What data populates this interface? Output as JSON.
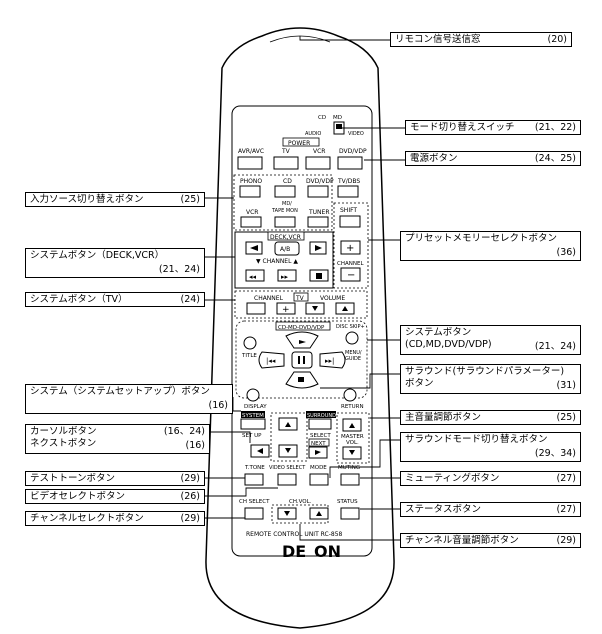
{
  "remote": {
    "cd_label": "CD",
    "md_label": "MD",
    "audio_label": "AUDIO",
    "video_label": "VIDEO",
    "power_label": "POWER",
    "power_buttons": [
      "AVR/AVC",
      "TV",
      "VCR",
      "DVD/VDP"
    ],
    "source_row1": [
      "PHONO",
      "CD",
      "DVD/VDP",
      "TV/DBS"
    ],
    "source_row2_vcr": "VCR",
    "source_row2_md": "MD/\nTAPE MON",
    "source_row2_tuner": "TUNER",
    "shift_label": "SHIFT",
    "deck_vcr_label": "DECK,VCR",
    "ab_label": "A/B",
    "channel_label": "▼ CHANNEL ▲",
    "tv_channel_label": "CHANNEL",
    "tv_label": "TV",
    "tv_volume_label": "VOLUME",
    "cd_md_label": "CD-MD-DVD/VDP",
    "disc_skip_label": "DISC SKIP+",
    "title_label": "TITLE",
    "menu_label": "MENU/\nGUIDE",
    "display_label": "DISPLAY",
    "return_label": "RETURN",
    "system_label": "SYSTEM",
    "setup_label": "SET UP",
    "surround_label": "SURROUND",
    "select_label": "SELECT",
    "next_label": "NEXT",
    "master_label": "MASTER\nVOL.",
    "ttone_label": "T.TONE",
    "video_select_label": "VIDEO SELECT",
    "mode_label": "MODE",
    "muting_label": "MUTING",
    "ch_select_label": "CH SELECT",
    "ch_vol_label": "CH.VOL.",
    "status_label": "STATUS",
    "footer": "REMOTE CONTROL UNIT RC-858",
    "brand_partial": "DE    ON"
  },
  "callouts": {
    "remote_window": {
      "text": "リモコン信号送信窓",
      "page": "(20)"
    },
    "mode_switch": {
      "text": "モード切り替えスイッチ",
      "page": "(21、22)"
    },
    "power": {
      "text": "電源ボタン",
      "page": "(24、25)"
    },
    "input_source": {
      "text": "入力ソース切り替えボタン",
      "page": "(25)"
    },
    "preset": {
      "text": "プリセットメモリーセレクトボタン",
      "page": "(36)"
    },
    "system_deck_l1": "システムボタン（DECK,VCR）",
    "system_deck_page": "(21、24)",
    "system_tv": {
      "text": "システムボタン（TV）",
      "page": "(24)"
    },
    "system_cd_l1": "システムボタン",
    "system_cd_l2": "(CD,MD,DVD/VDP)",
    "system_cd_page": "(21、24)",
    "surround_param_l1": "サラウンド(サラウンドパラメーター)",
    "surround_param_l2": "ボタン",
    "surround_param_page": "(31)",
    "system_setup_l1": "システム（システムセットアップ）ボタン",
    "system_setup_page": "(16)",
    "cursor_l1": "カーソルボタン",
    "cursor_page1": "(16、24)",
    "next_l2": "ネクストボタン",
    "next_page2": "(16)",
    "master_vol": {
      "text": "主音量調節ボタン",
      "page": "(25)"
    },
    "surround_mode_l1": "サラウンドモード切り替えボタン",
    "surround_mode_page": "(29、34)",
    "test_tone": {
      "text": "テストトーンボタン",
      "page": "(29)"
    },
    "muting": {
      "text": "ミューティングボタン",
      "page": "(27)"
    },
    "video_select": {
      "text": "ビデオセレクトボタン",
      "page": "(26)"
    },
    "status": {
      "text": "ステータスボタン",
      "page": "(27)"
    },
    "channel_select": {
      "text": "チャンネルセレクトボタン",
      "page": "(29)"
    },
    "channel_vol": {
      "text": "チャンネル音量調節ボタン",
      "page": "(29)"
    }
  }
}
